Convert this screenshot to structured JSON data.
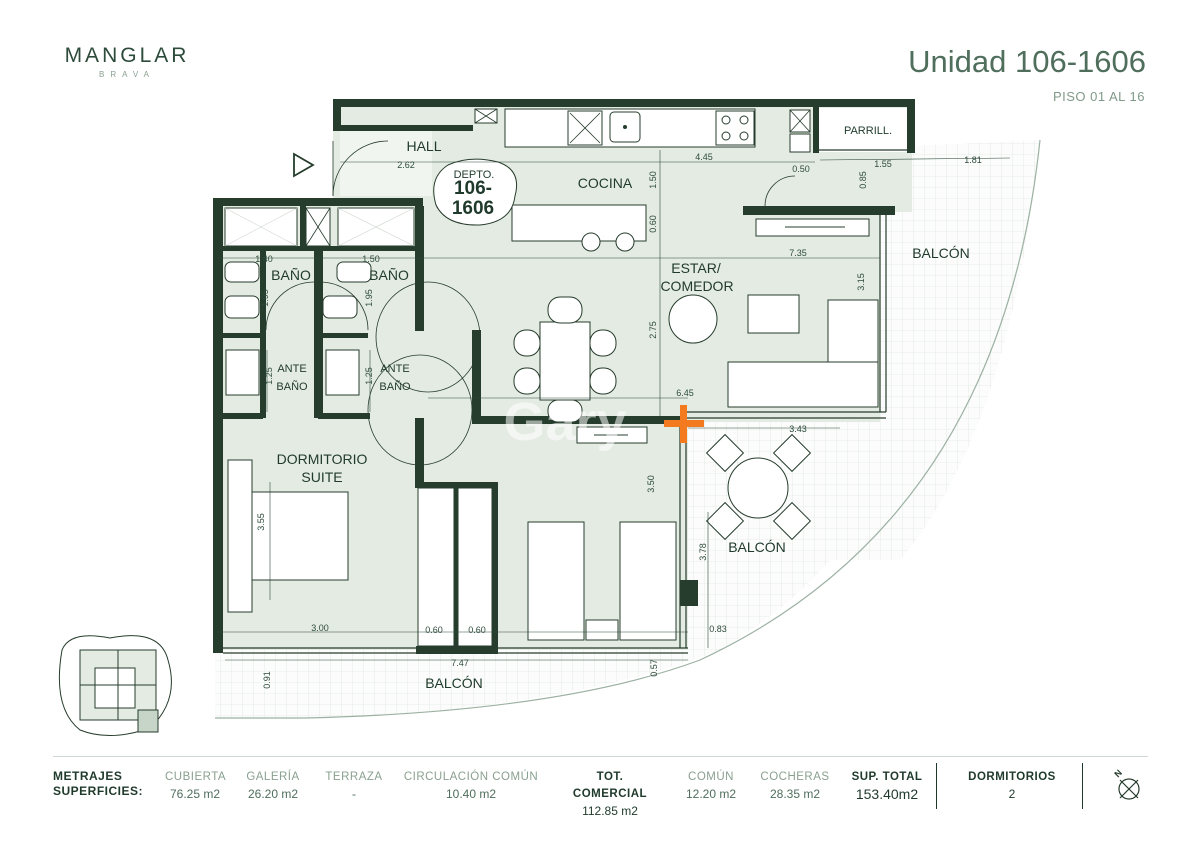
{
  "brand": {
    "name": "MANGLAR",
    "sub": "BRAVA"
  },
  "unit": {
    "title": "Unidad 106-1606",
    "floors": "PISO 01 AL 16"
  },
  "plan": {
    "rooms": {
      "hall": "HALL",
      "cocina": "COCINA",
      "parrilla": "PARRILL.",
      "balcon_right": "BALCÓN",
      "bano1": "BAÑO",
      "bano2": "BAÑO",
      "estar": "ESTAR/",
      "comedor": "COMEDOR",
      "ante1a": "ANTE",
      "ante1b": "BAÑO",
      "ante2a": "ANTE",
      "ante2b": "BAÑO",
      "dorm_a": "DORMITORIO",
      "dorm_b": "SUITE",
      "balcon_mid": "BALCÓN",
      "balcon_bottom": "BALCÓN"
    },
    "tag": {
      "line1": "DEPTO.",
      "line2": "106-",
      "line3": "1606"
    },
    "watermark": "Gary",
    "dims": {
      "d262": "2.62",
      "d445": "4.45",
      "d155": "1.55",
      "d181": "1.81",
      "d050": "0.50",
      "d085": "0.85",
      "d150": "1.50",
      "d060": "0.60",
      "d140": "1.40",
      "d150b": "1.50",
      "d735": "7.35",
      "d195a": "1.95",
      "d195b": "1.95",
      "d315": "3.15",
      "d275": "2.75",
      "d125a": "1.25",
      "d125b": "1.25",
      "d645": "6.45",
      "d343": "3.43",
      "d355": "3.55",
      "d350": "3.50",
      "d378": "3.78",
      "d300": "3.00",
      "d060a": "0.60",
      "d060b": "0.60",
      "d083": "0.83",
      "d747": "7.47",
      "d091": "0.91",
      "d057": "0.57"
    }
  },
  "footer": {
    "metrajes": "METRAJES",
    "superficies": "SUPERFICIES:",
    "cols": [
      {
        "h": "CUBIERTA",
        "v": "76.25 m2"
      },
      {
        "h": "GALERÍA",
        "v": "26.20 m2"
      },
      {
        "h": "TERRAZA",
        "v": "-"
      },
      {
        "h": "CIRCULACIÓN COMÚN",
        "v": "10.40 m2"
      },
      {
        "h": "TOT. COMERCIAL",
        "v": "112.85 m2"
      },
      {
        "h": "COMÚN",
        "v": "12.20 m2"
      },
      {
        "h": "COCHERAS",
        "v": "28.35 m2"
      },
      {
        "h": "SUP. TOTAL",
        "v": "153.40m2"
      },
      {
        "h": "DORMITORIOS",
        "v": "2"
      }
    ],
    "north": "N"
  },
  "colors": {
    "wall": "#263c2c",
    "floor": "#e4ebe2",
    "accent": "#f47a20"
  }
}
